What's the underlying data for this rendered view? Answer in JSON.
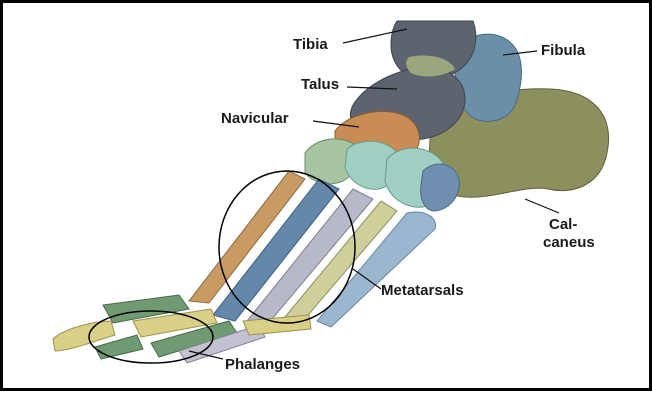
{
  "figure": {
    "labels": {
      "tibia": "Tibia",
      "fibula": "Fibula",
      "talus": "Talus",
      "navicular": "Navicular",
      "calcaneus_line1": "Cal-",
      "calcaneus_line2": "caneus",
      "metatarsals": "Metatarsals",
      "phalanges": "Phalanges"
    },
    "colors": {
      "tibia": "#5d6470",
      "fibula": "#6b8fa8",
      "talus": "#9aa77c",
      "navicular": "#c98c54",
      "calcaneus": "#8e8f5e",
      "cuneiform_green": "#a7c4a0",
      "cuneiform_teal": "#9fcfc3",
      "cuboid": "#6f8fb0",
      "metatarsal_1": "#c99a63",
      "metatarsal_2": "#6488aa",
      "metatarsal_3": "#b7b9c8",
      "metatarsal_4": "#cfcf9c",
      "metatarsal_5": "#9ab7cf",
      "phalanx_yellow": "#d9cf86",
      "phalanx_green": "#6f9a72",
      "phalanx_lavender": "#c2c2d2"
    }
  }
}
